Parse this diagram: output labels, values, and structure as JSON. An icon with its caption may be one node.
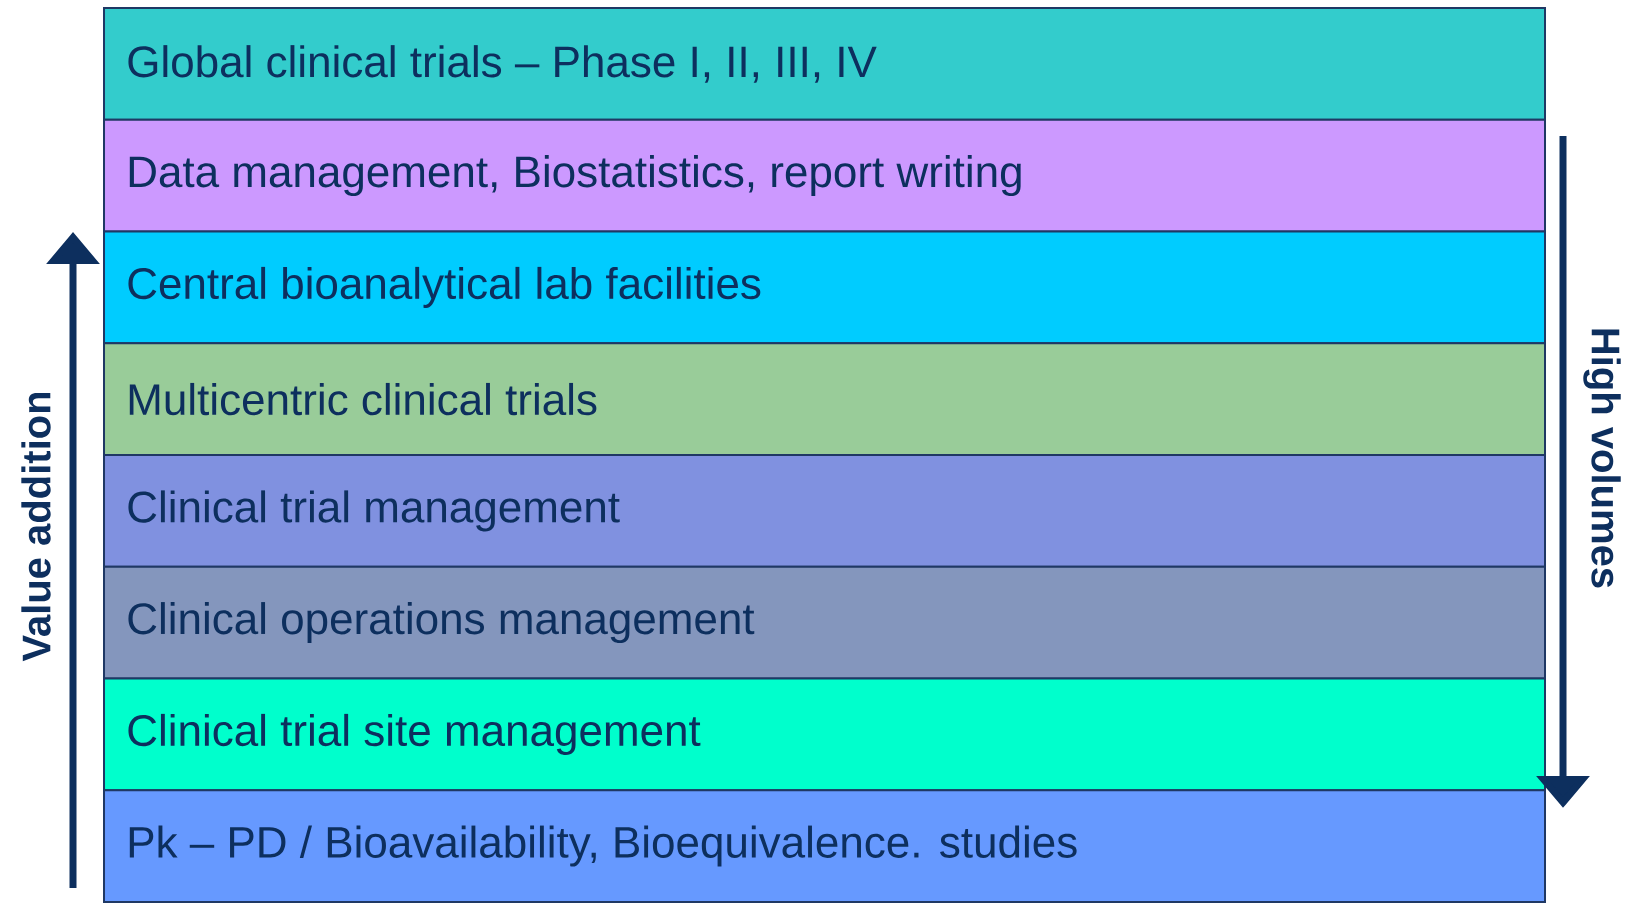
{
  "diagram": {
    "nodes": [
      {
        "text": [
          "Global clinical trials – Phase I, II, III, IV"
        ]
      },
      {
        "text": [
          "Data management, Biostatistics, report writing"
        ]
      },
      {
        "text": [
          "Central bioanalytical lab facilities"
        ]
      },
      {
        "text": [
          "Multicentric clinical trials"
        ]
      },
      {
        "text": [
          "Clinical trial management"
        ]
      },
      {
        "text": [
          "Clinical operations management"
        ]
      },
      {
        "text": [
          "Clinical trial site management"
        ]
      },
      {
        "text": [
          "Pk – PD / Bioavailability, Bioequivalence. studies"
        ]
      }
    ],
    "labels": [
      "Value addition",
      "High volumes"
    ]
  }
}
